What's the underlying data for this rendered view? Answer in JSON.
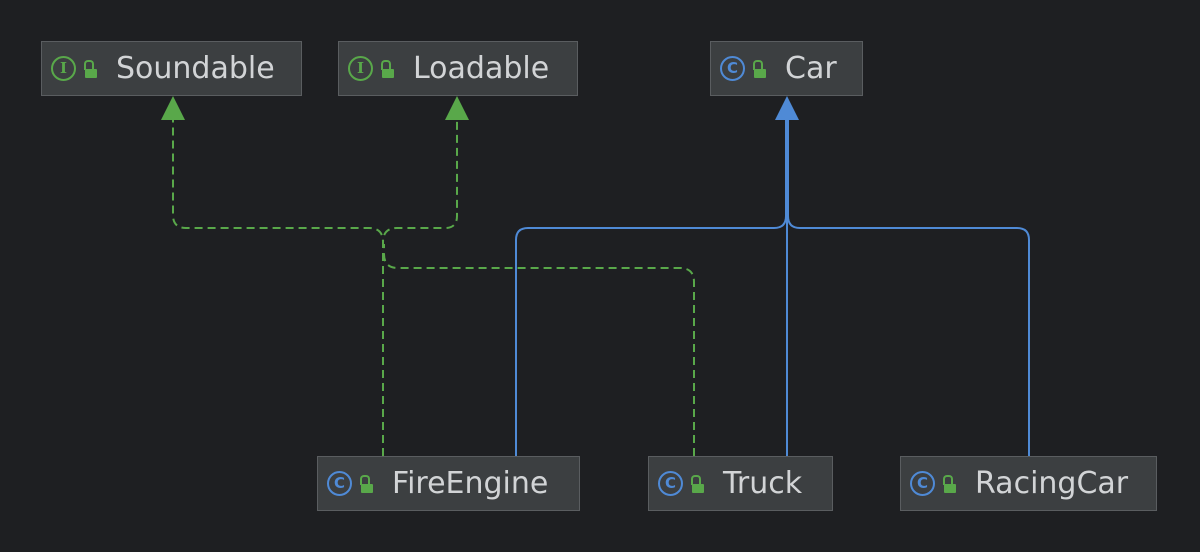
{
  "colors": {
    "background": "#1e1f22",
    "node_fill": "#3c3f41",
    "node_border": "#5a5d60",
    "node_text": "#d2d4d6",
    "class_icon": "#4f8ad6",
    "interface_icon": "#59a84a",
    "extends_edge": "#4f8ad6",
    "implements_edge": "#59a84a"
  },
  "nodes": {
    "soundable": {
      "label": "Soundable",
      "kind": "interface",
      "kind_glyph": "I",
      "visibility": "public-lock-icon"
    },
    "loadable": {
      "label": "Loadable",
      "kind": "interface",
      "kind_glyph": "I",
      "visibility": "public-lock-icon"
    },
    "car": {
      "label": "Car",
      "kind": "class",
      "kind_glyph": "C",
      "visibility": "public-lock-icon"
    },
    "fire_engine": {
      "label": "FireEngine",
      "kind": "class",
      "kind_glyph": "C",
      "visibility": "public-lock-icon"
    },
    "truck": {
      "label": "Truck",
      "kind": "class",
      "kind_glyph": "C",
      "visibility": "public-lock-icon"
    },
    "racing_car": {
      "label": "RacingCar",
      "kind": "class",
      "kind_glyph": "C",
      "visibility": "public-lock-icon"
    }
  },
  "edges": [
    {
      "from": "fire_engine",
      "to": "car",
      "relation": "extends",
      "style": "solid"
    },
    {
      "from": "truck",
      "to": "car",
      "relation": "extends",
      "style": "solid"
    },
    {
      "from": "racing_car",
      "to": "car",
      "relation": "extends",
      "style": "solid"
    },
    {
      "from": "fire_engine",
      "to": "soundable",
      "relation": "implements",
      "style": "dashed"
    },
    {
      "from": "fire_engine",
      "to": "loadable",
      "relation": "implements",
      "style": "dashed"
    },
    {
      "from": "truck",
      "to": "soundable",
      "relation": "implements",
      "style": "dashed"
    }
  ]
}
